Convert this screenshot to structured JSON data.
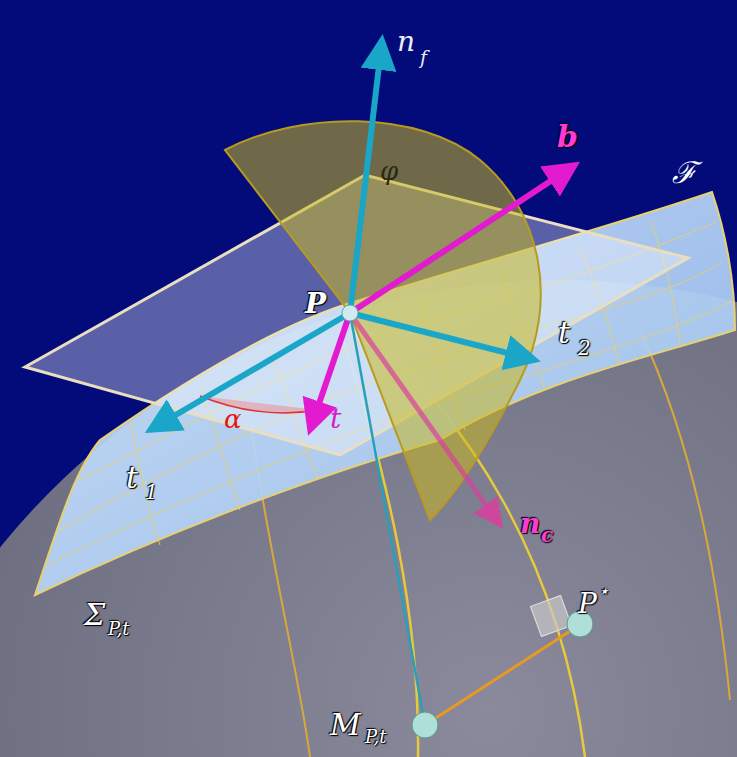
{
  "diagram": {
    "labels": [
      "n",
      "f",
      "b",
      "ℱ",
      "φ",
      "P",
      "α",
      "t",
      "t",
      "1",
      "t",
      "2",
      "n",
      "c",
      "P",
      "⋆",
      "Σ",
      "P,t",
      "M",
      "P,t"
    ]
  }
}
